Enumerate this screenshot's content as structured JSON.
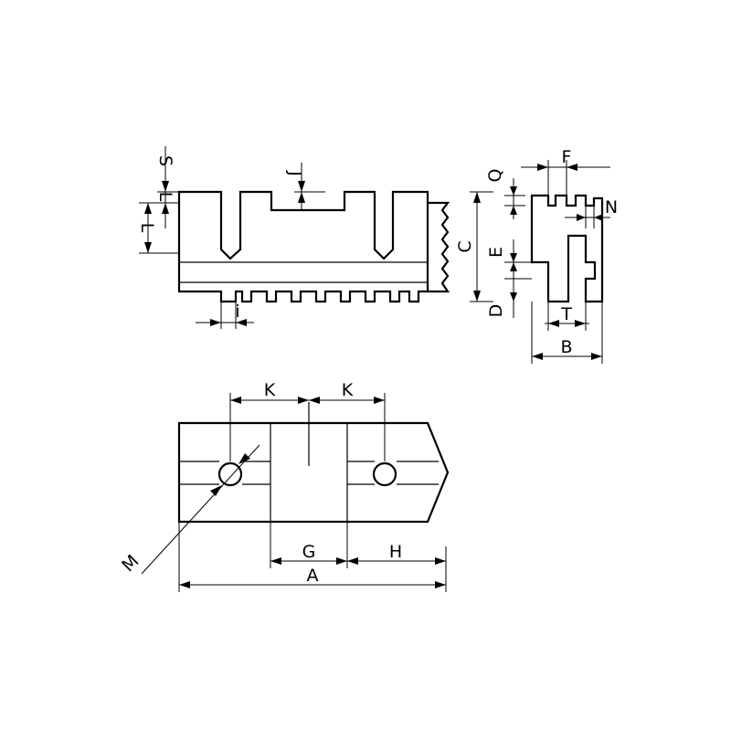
{
  "labels": {
    "A": "A",
    "B": "B",
    "C": "C",
    "D": "D",
    "E": "E",
    "F": "F",
    "G": "G",
    "H": "H",
    "i": "i",
    "J": "J",
    "K": "K",
    "L": "L",
    "M": "M",
    "N": "N",
    "S": "S",
    "T": "T",
    "Q": "Q"
  },
  "colors": {
    "line": "#000000",
    "background": "#ffffff"
  }
}
